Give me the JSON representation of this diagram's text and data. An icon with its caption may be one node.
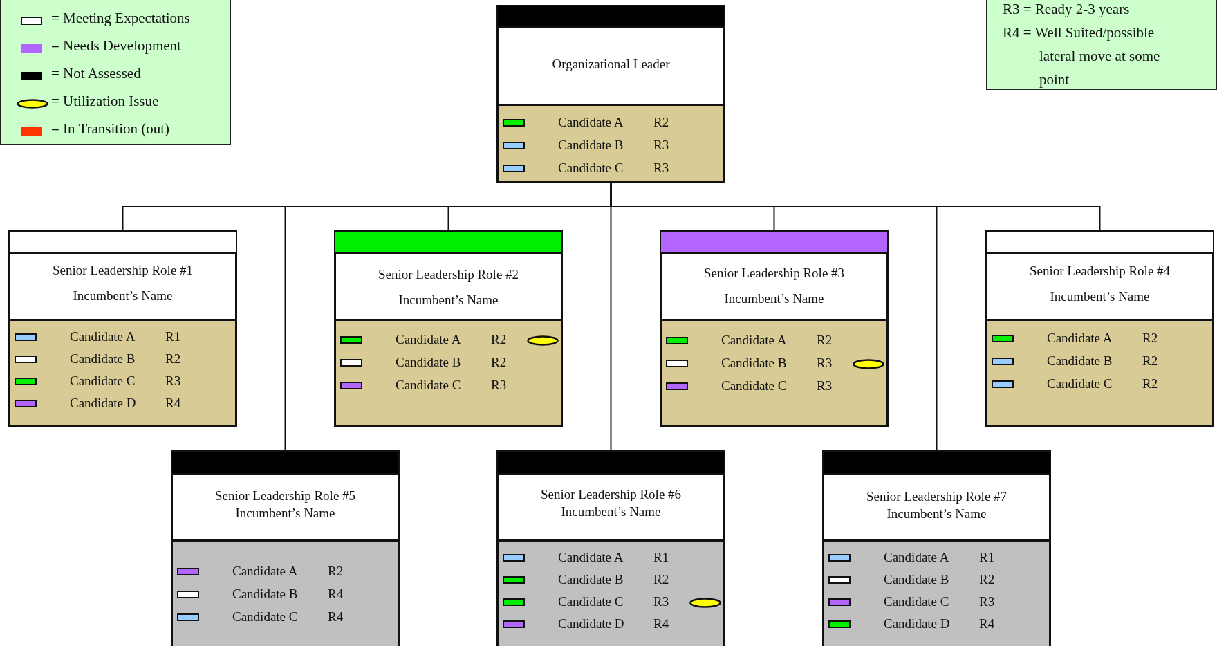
{
  "diagram": {
    "nodes": [
      {
        "text": [],
        "shape": "bar"
      },
      {
        "text": [
          "Organizational Leader"
        ]
      },
      {
        "text": [
          "Candidate A",
          "R2",
          "Candidate B",
          "R3",
          "Candidate C",
          "R3"
        ]
      },
      {
        "text": [],
        "shape": "bar"
      },
      {
        "text": [
          "Senior Leadership Role #1",
          "Incumbent’s Name"
        ]
      },
      {
        "text": [
          "Candidate A",
          "R1",
          "Candidate B",
          "R2",
          "Candidate C",
          "R3",
          "Candidate D",
          "R4"
        ]
      },
      {
        "text": [],
        "shape": "bar"
      },
      {
        "text": [
          "Senior Leadership Role #2",
          "Incumbent’s Name"
        ]
      },
      {
        "text": [
          "Candidate A",
          "R2",
          "Candidate B",
          "R2",
          "Candidate C",
          "R3"
        ]
      },
      {
        "text": [],
        "shape": "bar"
      },
      {
        "text": [
          "Senior Leadership Role #3",
          "Incumbent’s Name"
        ]
      },
      {
        "text": [
          "Candidate A",
          "R2",
          "Candidate B",
          "R3",
          "Candidate C",
          "R3"
        ]
      },
      {
        "text": [],
        "shape": "bar"
      },
      {
        "text": [
          "Senior Leadership Role #4",
          "Incumbent’s Name"
        ]
      },
      {
        "text": [
          "Candidate A",
          "R2",
          "Candidate B",
          "R2",
          "Candidate C",
          "R2"
        ]
      },
      {
        "text": [],
        "shape": "bar"
      },
      {
        "text": [
          "Senior Leadership Role #5",
          "Incumbent’s Name"
        ]
      },
      {
        "text": [
          "Candidate A",
          "R2",
          "Candidate B",
          "R4",
          "Candidate C",
          "R4"
        ]
      },
      {
        "text": [],
        "shape": "bar"
      },
      {
        "text": [
          "Senior Leadership Role #6",
          "Incumbent’s Name"
        ]
      },
      {
        "text": [
          "Candidate A",
          "R1",
          "Candidate B",
          "R2",
          "Candidate C",
          "R3",
          "Candidate D",
          "R4"
        ]
      },
      {
        "text": [],
        "shape": "bar"
      },
      {
        "text": [
          "Senior Leadership Role #7",
          "Incumbent’s Name"
        ]
      },
      {
        "text": [
          "Candidate A",
          "R1",
          "Candidate B",
          "R2",
          "Candidate C",
          "R3",
          "Candidate D",
          "R4"
        ]
      }
    ],
    "edges": [
      {
        "from": 2,
        "to": 3,
        "arrow": "none"
      },
      {
        "from": 2,
        "to": 6,
        "arrow": "none"
      },
      {
        "from": 2,
        "to": 9,
        "arrow": "none"
      },
      {
        "from": 2,
        "to": 12,
        "arrow": "none"
      },
      {
        "from": 2,
        "to": 15,
        "arrow": "none"
      },
      {
        "from": 2,
        "to": 18,
        "arrow": "none"
      },
      {
        "from": 2,
        "to": 21,
        "arrow": "none"
      }
    ],
    "labels": [
      "R3 = Ready 2-3 years",
      "R4 = Well Suited/possible lateral move at some point"
    ],
    "legend": [
      {
        "text": "= Meeting Expectations",
        "color": "#ffffff"
      },
      {
        "text": "= Needs Development",
        "color": "#b266ff"
      },
      {
        "text": "= Not Assessed",
        "color": "#000000"
      },
      {
        "text": "= Utilization Issue"
      },
      {
        "text": "= In Transition (out)",
        "color": "#ff3300"
      }
    ]
  }
}
